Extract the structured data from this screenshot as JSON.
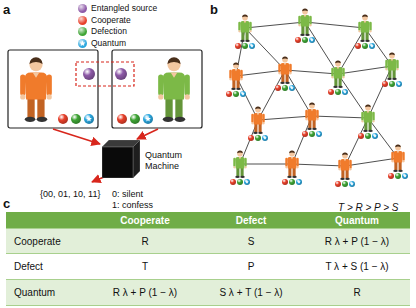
{
  "diagram": {
    "nodes": [
      {
        "text": [
          "Quantum Machine"
        ]
      }
    ],
    "labels": [
      "a",
      "b",
      "c",
      "{00, 01, 10, 11}",
      "0: silent",
      "1: confess",
      "T > R > P > S",
      "Cooperate",
      "Defect",
      "Quantum",
      "Cooperate",
      "R",
      "S",
      "R λ + P (1 − λ)",
      "Defect",
      "T",
      "P",
      "T λ + S (1 − λ)",
      "Quantum",
      "R λ + P (1 − λ)",
      "S λ + T (1 − λ)",
      "R"
    ],
    "legend": [
      {
        "text": "Entangled source",
        "color": "#8e5aa8"
      },
      {
        "text": "Cooperate",
        "color": "#e8402a"
      },
      {
        "text": "Defection",
        "color": "#3fa535"
      },
      {
        "text": "Quantum",
        "color": "#2aa7df"
      }
    ]
  }
}
